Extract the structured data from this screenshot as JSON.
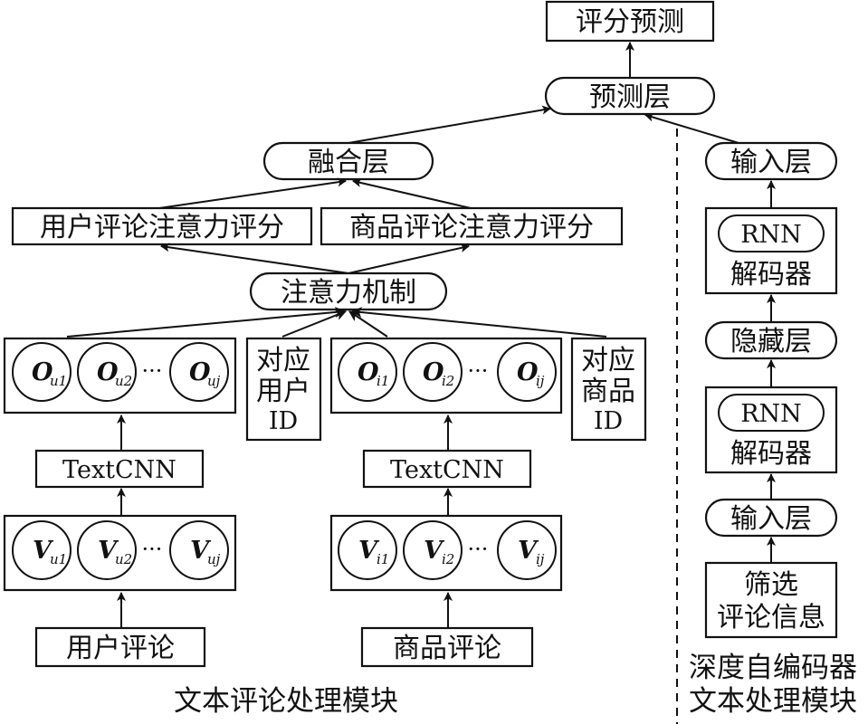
{
  "right_module": {
    "input_top": "输入层",
    "decoder_top": {
      "rnn": "RNN",
      "label": "解码器"
    },
    "hidden": "隐藏层",
    "decoder_bottom": {
      "rnn": "RNN",
      "label": "解码器"
    },
    "input_bottom": "输入层",
    "filter": {
      "line1": "筛选",
      "line2": "评论信息"
    },
    "title": {
      "line1": "深度自编码器",
      "line2": "文本处理模块"
    }
  },
  "top": {
    "rating_prediction": "评分预测",
    "prediction_layer": "预测层",
    "fusion_layer": "融合层"
  },
  "attention": {
    "user_score": "用户评论注意力评分",
    "item_score": "商品评论注意力评分",
    "mechanism": "注意力机制"
  },
  "user_branch": {
    "o_var": "O",
    "o_subs": [
      "u1",
      "u2",
      "uj"
    ],
    "id_lines": [
      "对应",
      "用户",
      "ID"
    ],
    "textcnn": "TextCNN",
    "v_var": "V",
    "v_subs": [
      "u1",
      "u2",
      "uj"
    ],
    "reviews": "用户评论",
    "ellipsis": "···"
  },
  "item_branch": {
    "o_var": "O",
    "o_subs": [
      "i1",
      "i2",
      "ij"
    ],
    "id_lines": [
      "对应",
      "商品",
      "ID"
    ],
    "textcnn": "TextCNN",
    "v_var": "V",
    "v_subs": [
      "i1",
      "i2",
      "ij"
    ],
    "reviews": "商品评论",
    "ellipsis": "···"
  },
  "left_module_title": "文本评论处理模块"
}
